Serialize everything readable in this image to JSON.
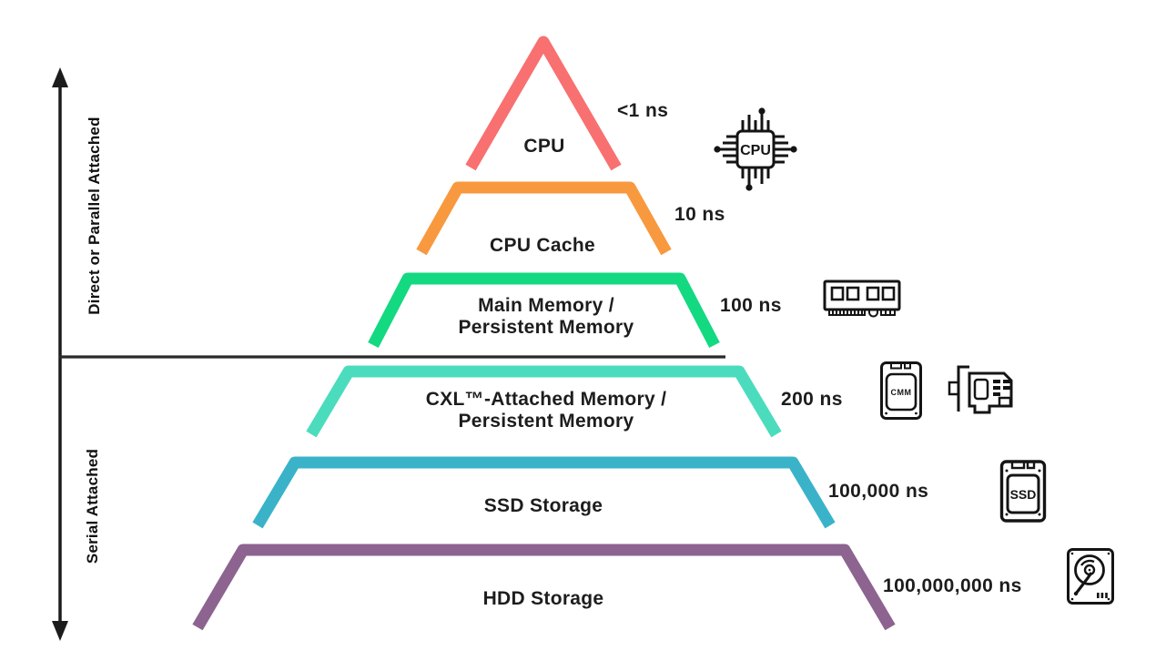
{
  "axis": {
    "upper_label": "Direct or Parallel Attached",
    "lower_label": "Serial Attached"
  },
  "layers": [
    {
      "id": "cpu",
      "lines": [
        "CPU"
      ],
      "latency": "<1 ns",
      "color": "#F87070"
    },
    {
      "id": "cpu-cache",
      "lines": [
        "CPU Cache"
      ],
      "latency": "10 ns",
      "color": "#F8993F"
    },
    {
      "id": "main-memory",
      "lines": [
        "Main Memory /",
        "Persistent Memory"
      ],
      "latency": "100 ns",
      "color": "#13D980"
    },
    {
      "id": "cxl-attached-memory",
      "lines": [
        "CXL™-Attached Memory /",
        "Persistent Memory"
      ],
      "latency": "200 ns",
      "color": "#4BDCBE"
    },
    {
      "id": "ssd-storage",
      "lines": [
        "SSD Storage"
      ],
      "latency": "100,000 ns",
      "color": "#3AB3C9"
    },
    {
      "id": "hdd-storage",
      "lines": [
        "HDD Storage"
      ],
      "latency": "100,000,000 ns",
      "color": "#8D6390"
    }
  ],
  "icon_labels": {
    "cpu_chip": "CPU",
    "cmm_drive": "CMM",
    "ssd_drive": "SSD"
  }
}
